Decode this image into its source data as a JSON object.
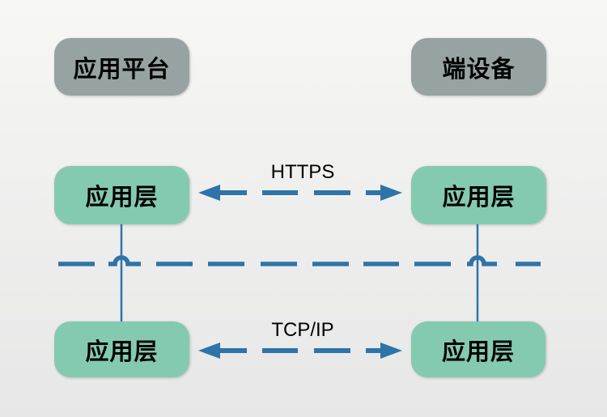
{
  "colors": {
    "background_top": "#f7f7f6",
    "background_bottom": "#e7e7e7",
    "header_box": "#96a3a2",
    "layer_box": "#84cab1",
    "connector": "#2e74a8",
    "label_text": "#000000"
  },
  "nodes": {
    "platform": {
      "label": "应用平台"
    },
    "device": {
      "label": "端设备"
    },
    "platform_app_layer_top": {
      "label": "应用层"
    },
    "device_app_layer_top": {
      "label": "应用层"
    },
    "platform_app_layer_bottom": {
      "label": "应用层"
    },
    "device_app_layer_bottom": {
      "label": "应用层"
    }
  },
  "edges": {
    "https": {
      "label": "HTTPS"
    },
    "tcpip": {
      "label": "TCP/IP"
    }
  }
}
